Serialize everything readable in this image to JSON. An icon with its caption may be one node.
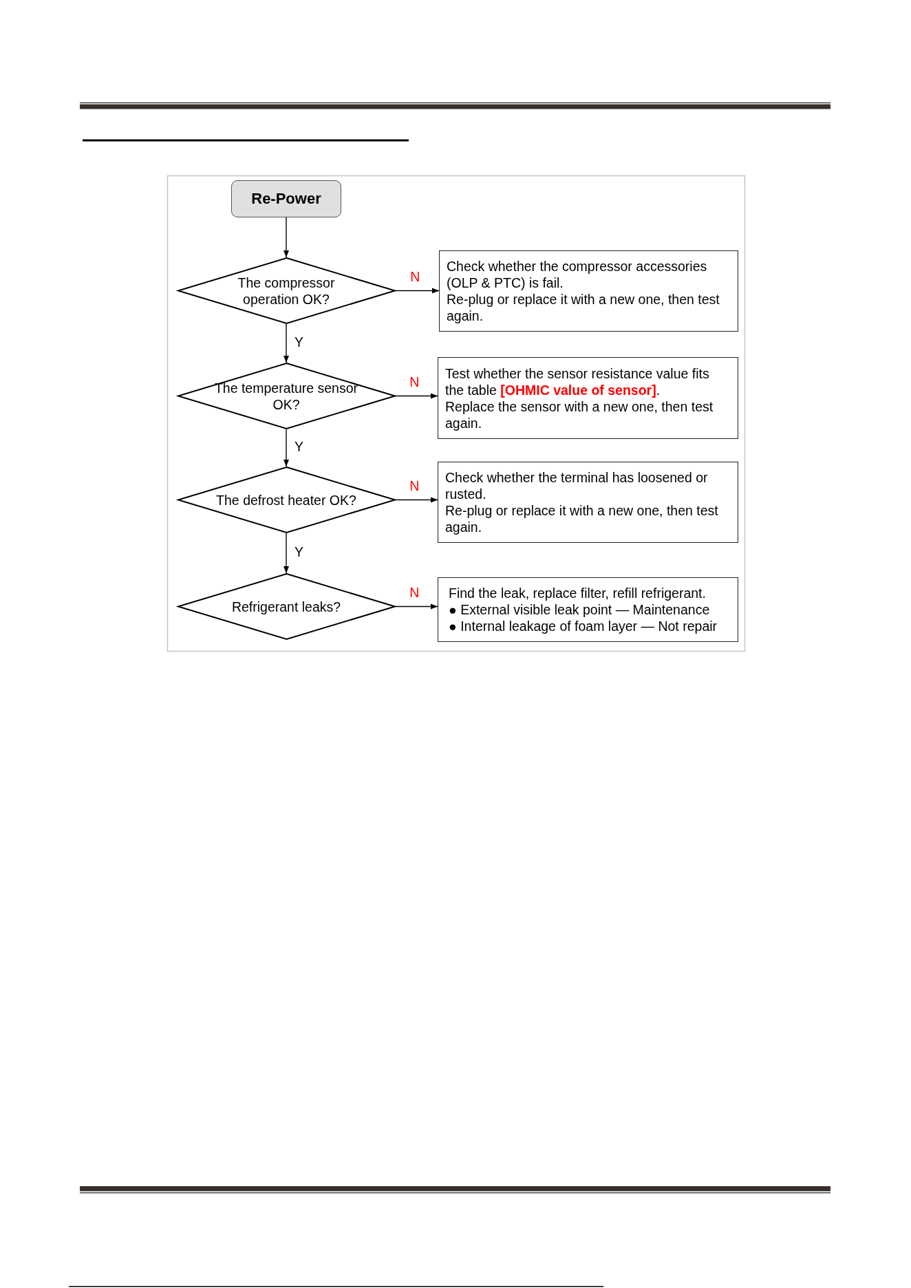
{
  "diagram": {
    "nodes": [
      {
        "text": [
          "Re-Power"
        ]
      },
      {
        "text": [
          "The compressor operation OK?"
        ]
      },
      {
        "text": [
          "Check whether the compressor accessories (OLP & PTC) is fail.",
          "Re-plug or replace it with a new one, then test again."
        ]
      },
      {
        "text": [
          "The temperature sensor OK?"
        ]
      },
      {
        "text": [
          "Test whether the sensor resistance value fits the table **[OHMIC value of sensor]**.",
          "Replace the sensor with a new one, then test again."
        ]
      },
      {
        "text": [
          "The defrost heater OK?"
        ]
      },
      {
        "text": [
          "Check whether the terminal has loosened or rusted.",
          "Re-plug or replace it with a new one, then test again."
        ]
      },
      {
        "text": [
          "Refrigerant leaks?"
        ]
      },
      {
        "text": [
          "Find the leak, replace filter, refill refrigerant.",
          "● External visible leak point — Maintenance",
          "● Internal leakage of foam layer — Not repair"
        ]
      }
    ],
    "edges": [
      {
        "from": 0,
        "to": 1,
        "arrow": "to"
      },
      {
        "from": 1,
        "to": 2,
        "arrow": "to",
        "label": "N"
      },
      {
        "from": 1,
        "to": 3,
        "arrow": "to",
        "label": "Y"
      },
      {
        "from": 3,
        "to": 4,
        "arrow": "to",
        "label": "N"
      },
      {
        "from": 3,
        "to": 5,
        "arrow": "to",
        "label": "Y"
      },
      {
        "from": 5,
        "to": 6,
        "arrow": "to",
        "label": "N"
      },
      {
        "from": 5,
        "to": 7,
        "arrow": "to",
        "label": "Y"
      },
      {
        "from": 7,
        "to": 8,
        "arrow": "to",
        "label": "N"
      }
    ]
  }
}
